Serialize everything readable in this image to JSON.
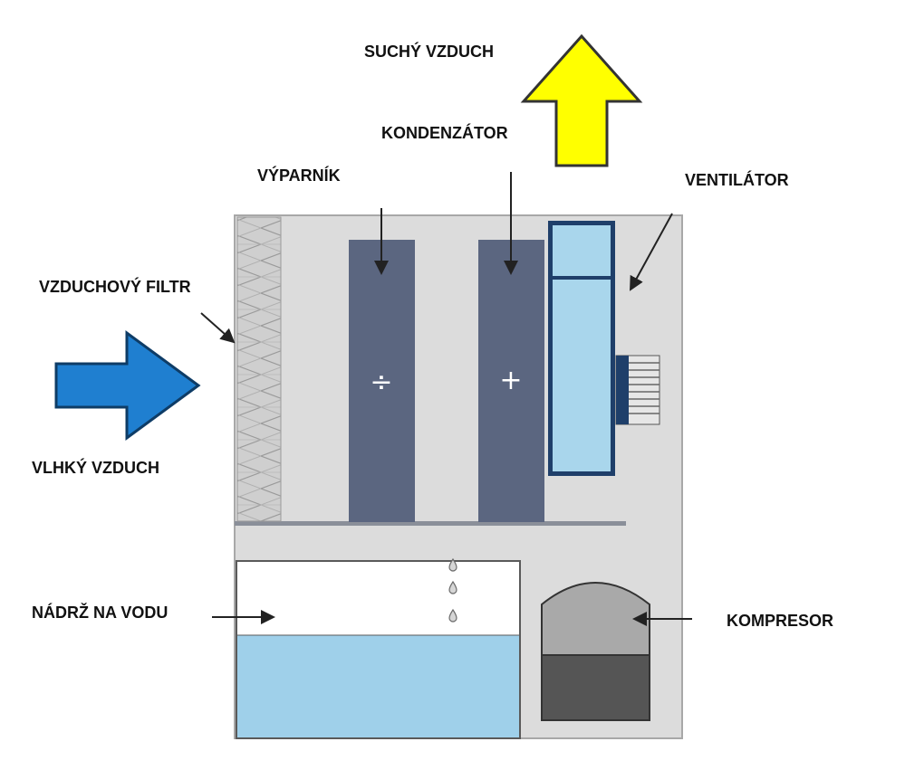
{
  "labels": {
    "dry_air": "SUCHÝ VZDUCH",
    "condenser": "KONDENZÁTOR",
    "evaporator": "VÝPARNÍK",
    "fan": "VENTILÁTOR",
    "air_filter": "VZDUCHOVÝ FILTR",
    "humid_air": "VLHKÝ VZDUCH",
    "water_tank": "NÁDRŽ NA VODU",
    "compressor": "KOMPRESOR"
  },
  "symbols": {
    "evaporator_sign": "÷",
    "condenser_sign": "+"
  },
  "colors": {
    "housing": "#dcdcdc",
    "housing_stroke": "#a8a8a8",
    "coil": "#5b6680",
    "fan_body": "#a9d6ec",
    "water": "#9fd0ea",
    "inflow_arrow": "#1f7fd0",
    "outflow_arrow": "#ffff00",
    "compressor_top": "#a9a9a9",
    "compressor_bottom": "#555555"
  },
  "icons": {
    "inflow": "arrow-right-icon",
    "outflow": "arrow-up-icon",
    "water_drop": "water-drop-icon"
  }
}
